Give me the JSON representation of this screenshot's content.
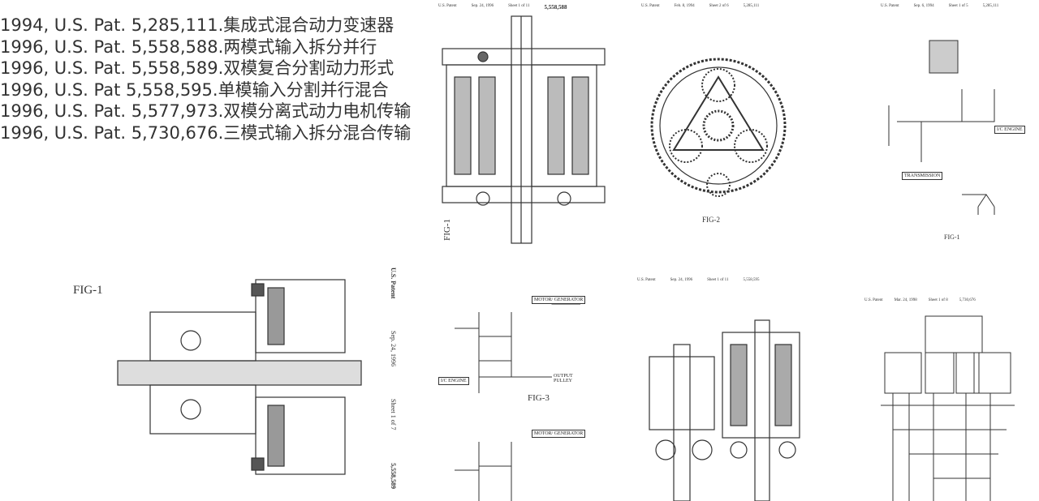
{
  "patents": [
    {
      "text": "1994, U.S. Pat. 5,285,111.集成式混合动力变速器"
    },
    {
      "text": "1996, U.S. Pat. 5,558,588.两模式输入拆分并行"
    },
    {
      "text": "1996, U.S. Pat. 5,558,589.双模复合分割动力形式"
    },
    {
      "text": "1996, U.S. Pat 5,558,595.单模输入分割并行混合"
    },
    {
      "text": "1996, U.S. Pat. 5,577,973.双模分离式动力电机传输"
    },
    {
      "text": "1996, U.S. Pat. 5,730,676.三模式输入拆分混合传输"
    }
  ],
  "drawings": {
    "top1": {
      "header": [
        "U.S. Patent",
        "Sep. 24, 1996",
        "Sheet 1 of 11",
        "5,558,588"
      ],
      "fig": "FIG-1"
    },
    "top2": {
      "header": [
        "U.S. Patent",
        "Feb. 8, 1994",
        "Sheet 2 of 6",
        "5,285,111"
      ],
      "fig": "FIG-2"
    },
    "top3": {
      "header": [
        "U.S. Patent",
        "Sep. 6, 1994",
        "Sheet 1 of 5",
        "5,285,111"
      ],
      "fig": "FIG-1",
      "boxes": [
        "TRANSMISSION",
        "I/C ENGINE"
      ]
    },
    "bot1": {
      "fig": "FIG-1",
      "vertical": [
        "U.S. Patent",
        "Sep. 24, 1996",
        "Sheet 1 of 7",
        "5,558,589"
      ]
    },
    "bot2": {
      "fig": "FIG-3",
      "boxes": [
        "MOTOR/ GENERATOR",
        "I/C ENGINE",
        "OUTPUT PULLEY"
      ]
    },
    "bot3": {
      "header": [
        "U.S. Patent",
        "Sep. 24, 1996",
        "Sheet 1 of 11",
        "5,558,595"
      ]
    },
    "bot4": {
      "header": [
        "U.S. Patent",
        "Mar. 24, 1998",
        "Sheet 1 of 8",
        "5,730,676"
      ]
    }
  }
}
